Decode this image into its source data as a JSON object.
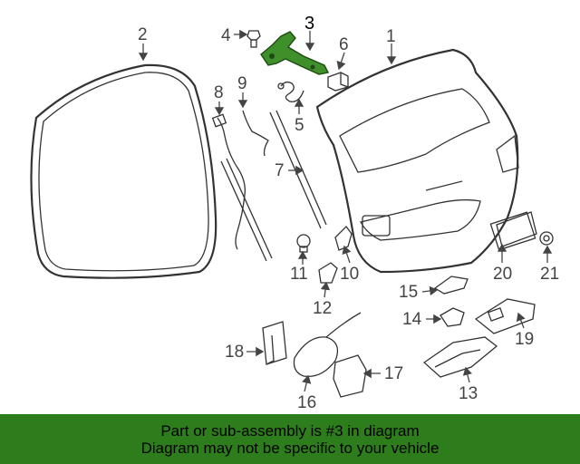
{
  "callouts": {
    "c1": "1",
    "c2": "2",
    "c3": "3",
    "c4": "4",
    "c5": "5",
    "c6": "6",
    "c7": "7",
    "c8": "8",
    "c9": "9",
    "c10": "10",
    "c11": "11",
    "c12": "12",
    "c13": "13",
    "c14": "14",
    "c15": "15",
    "c16": "16",
    "c17": "17",
    "c18": "18",
    "c19": "19",
    "c20": "20",
    "c21": "21"
  },
  "highlight": {
    "part": "3",
    "color": "#3f8f2a"
  },
  "banner": {
    "line1": "Part or sub-assembly is #3 in diagram",
    "line2": "Diagram may not be specific to your vehicle",
    "color": "#2e7d1c"
  }
}
